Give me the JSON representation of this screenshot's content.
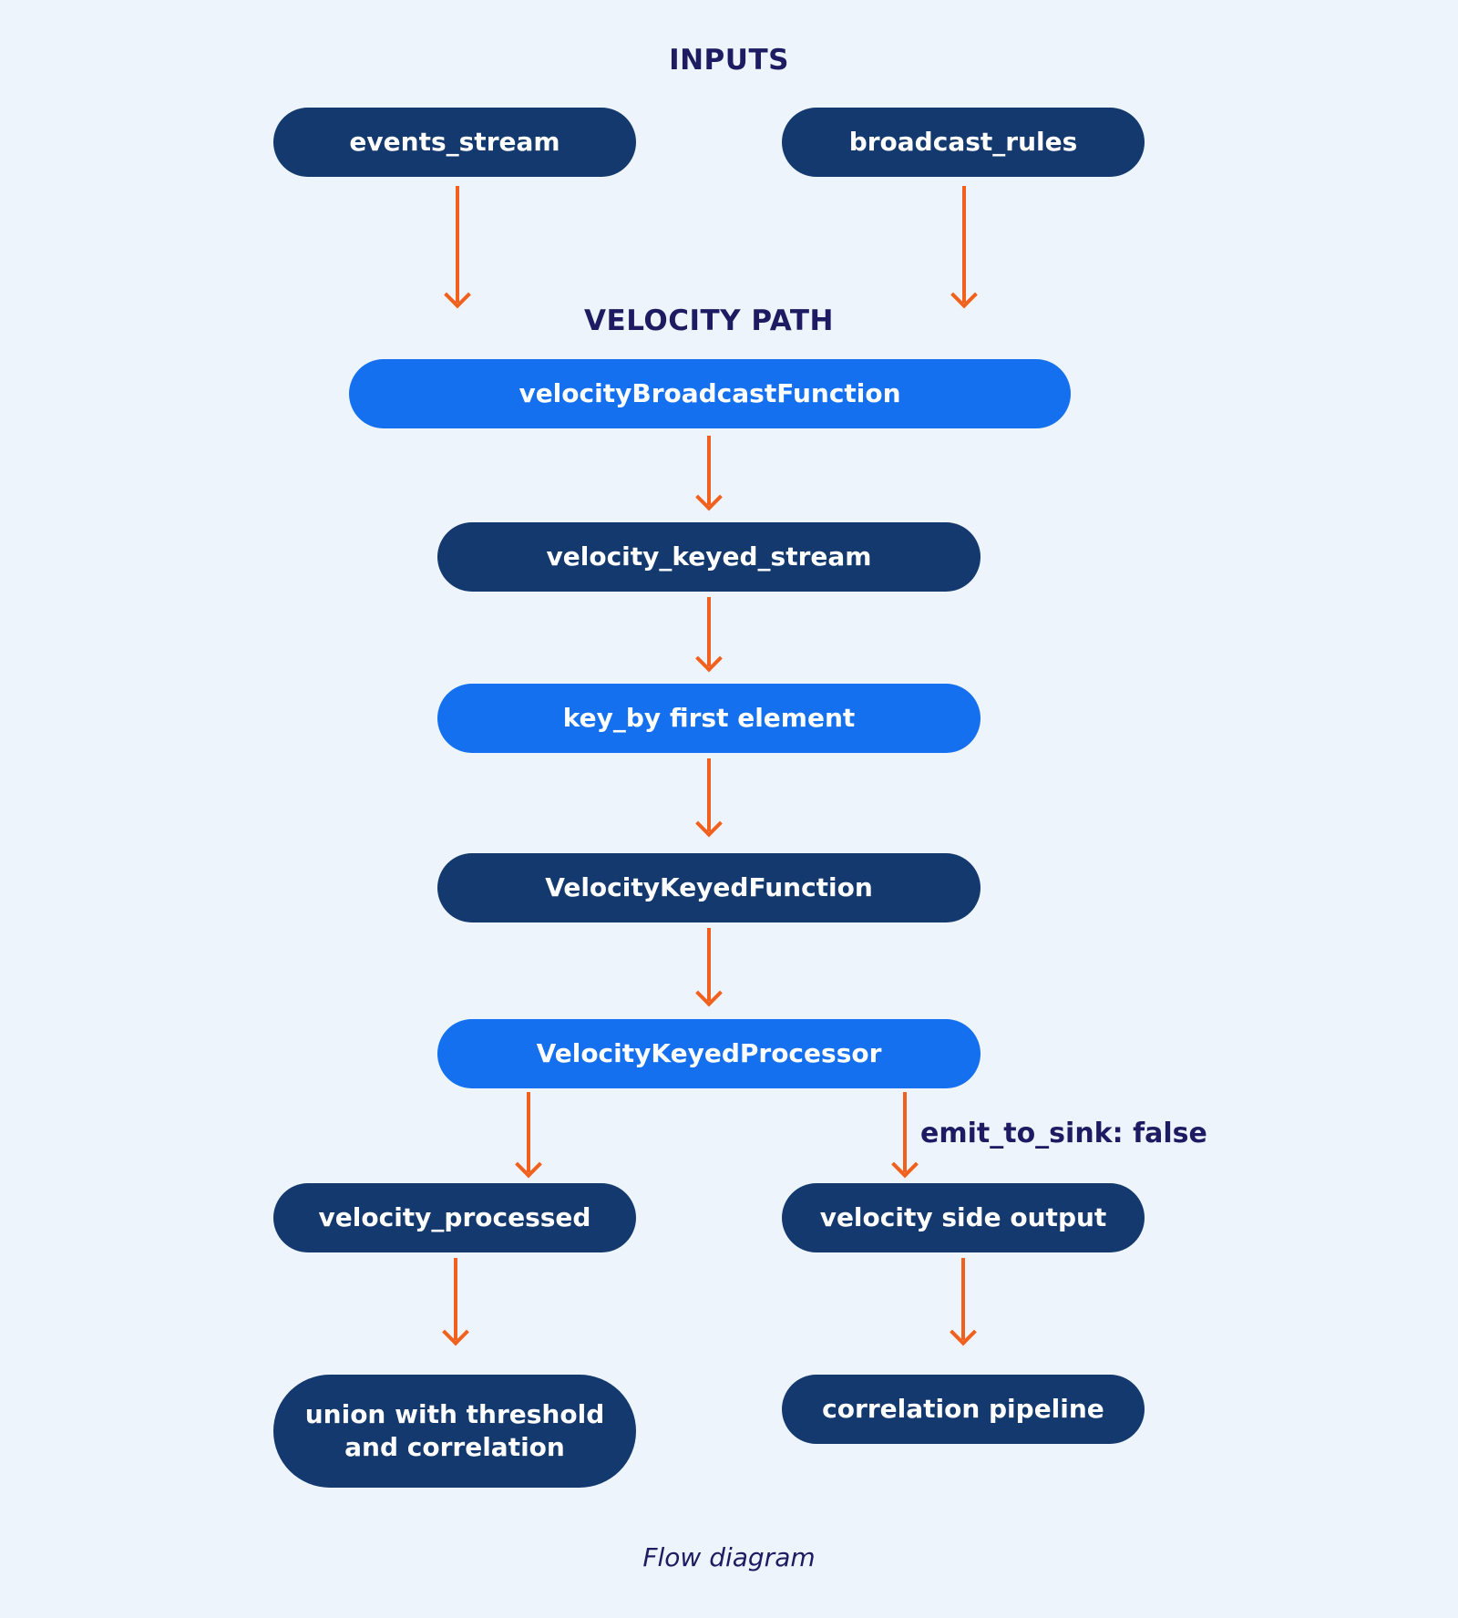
{
  "diagram": {
    "title": "INPUTS",
    "section_title": "VELOCITY PATH",
    "branch_label": "emit_to_sink: false",
    "caption": "Flow diagram",
    "nodes": {
      "events_stream": "events_stream",
      "broadcast_rules": "broadcast_rules",
      "velocity_broadcast_function": "velocityBroadcastFunction",
      "velocity_keyed_stream": "velocity_keyed_stream",
      "key_by_first_element": "key_by first element",
      "velocity_keyed_function": "VelocityKeyedFunction",
      "velocity_keyed_processor": "VelocityKeyedProcessor",
      "velocity_processed": "velocity_processed",
      "velocity_side_output": "velocity side output",
      "union_with_threshold_and_correlation": "union with threshold and correlation",
      "correlation_pipeline": "correlation pipeline"
    },
    "colors": {
      "background": "#edf4fb",
      "node_dark": "#14396e",
      "node_bright": "#1470ee",
      "arrow": "#f2601d",
      "text_dark": "#1d1b62",
      "node_text": "#ffffff"
    }
  }
}
